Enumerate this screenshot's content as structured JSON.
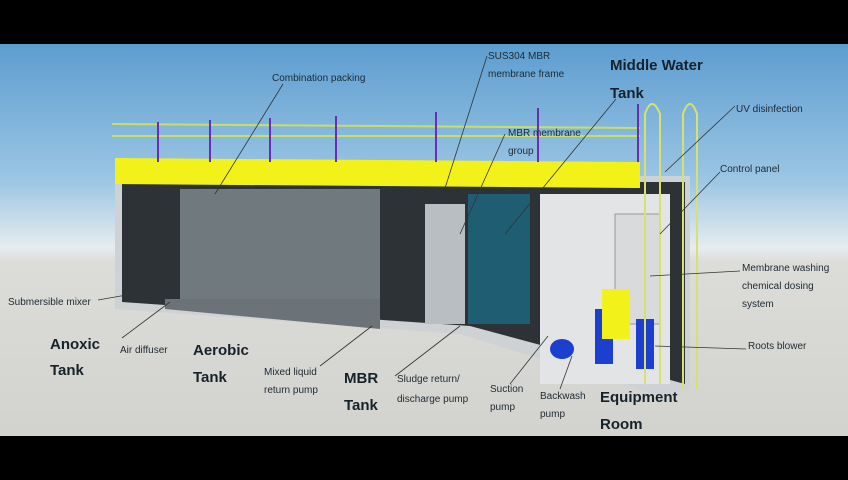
{
  "labels": {
    "combination_packing": "Combination packing",
    "sus304_line1": "SUS304 MBR",
    "sus304_line2": "membrane  frame",
    "middle_water_line1": "Middle Water",
    "middle_water_line2": "Tank",
    "mbr_group_line1": "MBR membrane",
    "mbr_group_line2": "group",
    "uv": "UV disinfection",
    "control_panel": "Control panel",
    "washing_line1": "Membrane washing",
    "washing_line2": "chemical dosing",
    "washing_line3": "system",
    "roots_blower": "Roots blower",
    "submersible_mixer": "Submersible mixer",
    "anoxic_line1": "Anoxic",
    "anoxic_line2": "Tank",
    "air_diffuser": "Air diffuser",
    "aerobic_line1": "Aerobic",
    "aerobic_line2": "Tank",
    "mixed_line1": "Mixed liquid",
    "mixed_line2": "return pump",
    "mbr_tank_line1": "MBR",
    "mbr_tank_line2": "Tank",
    "sludge_line1": "Sludge return/",
    "sludge_line2": "discharge pump",
    "suction_line1": "Suction",
    "suction_line2": "pump",
    "backwash_line1": "Backwash",
    "backwash_line2": "pump",
    "equipment_line1": "Equipment",
    "equipment_line2": "Room"
  },
  "colors": {
    "deck": "#f2f21a",
    "railing": "#6a2fb0",
    "tank_water": "#1f5d73",
    "pump": "#1c3fcf"
  }
}
